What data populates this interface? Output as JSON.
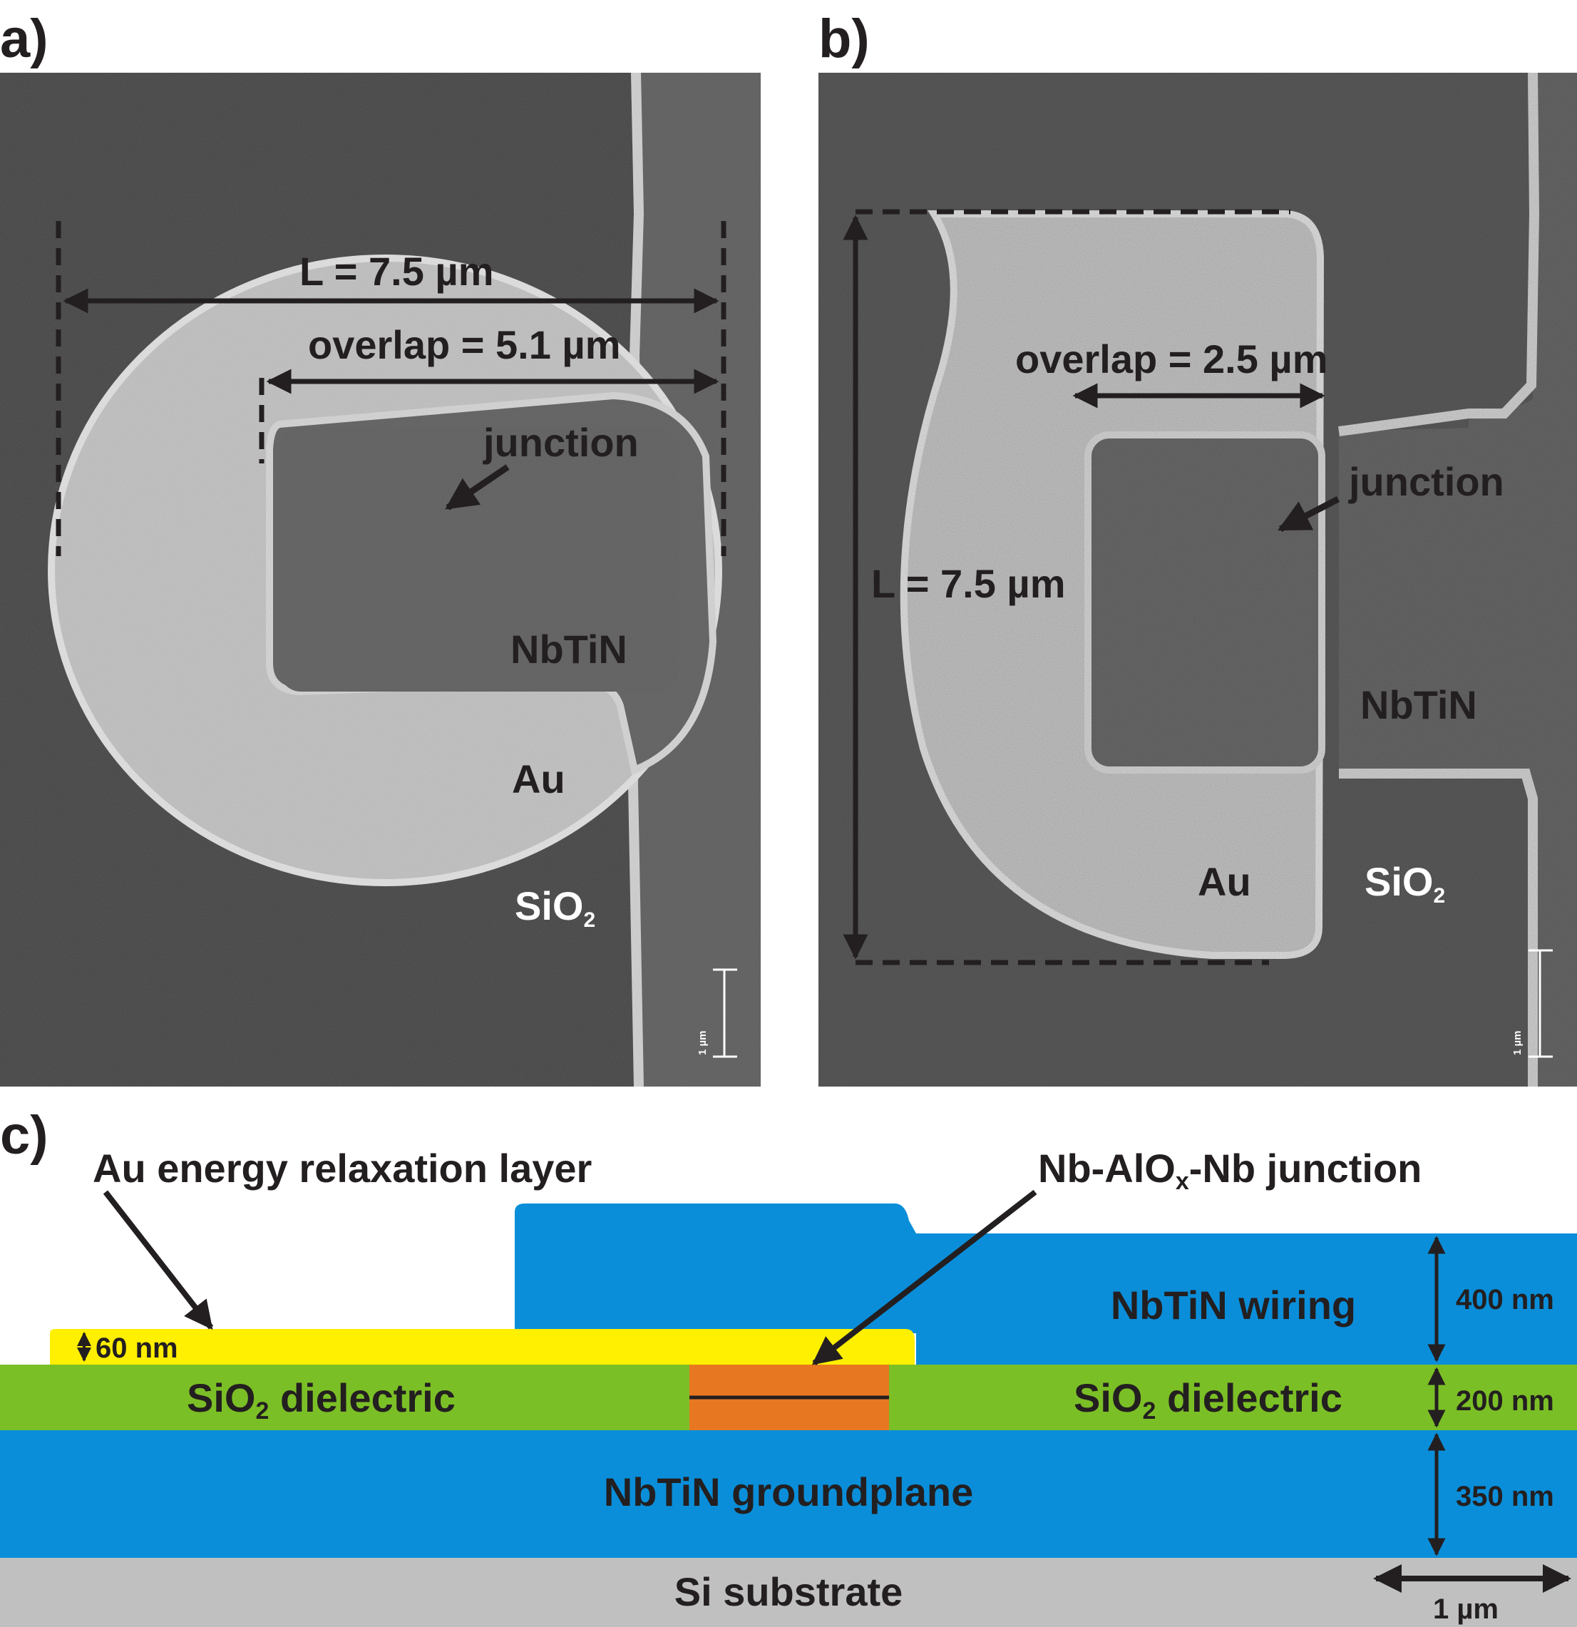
{
  "panel_a": {
    "letter": "a)",
    "length_label": "L = 7.5 µm",
    "overlap_label": "overlap = 5.1 µm",
    "junction_label": "junction",
    "nbtin_label": "NbTiN",
    "au_label": "Au",
    "sio2_label": "SiO",
    "sio2_sub": "2",
    "scale_label": "1 µm"
  },
  "panel_b": {
    "letter": "b)",
    "length_label": "L = 7.5 µm",
    "overlap_label": "overlap = 2.5 µm",
    "junction_label": "junction",
    "nbtin_label": "NbTiN",
    "au_label": "Au",
    "sio2_label": "SiO",
    "sio2_sub": "2",
    "scale_label": "1 µm"
  },
  "panel_c": {
    "letter": "c)",
    "au_layer_label": "Au energy relaxation layer",
    "junction_label_pre": "Nb-AlO",
    "junction_label_sub": "x",
    "junction_label_post": "-Nb junction",
    "au_thickness": "60 nm",
    "sio2_left_pre": "SiO",
    "sio2_left_sub": "2",
    "sio2_left_post": " dielectric",
    "sio2_right_pre": "SiO",
    "sio2_right_sub": "2",
    "sio2_right_post": " dielectric",
    "wiring_label": "NbTiN wiring",
    "groundplane_label": "NbTiN groundplane",
    "substrate_label": "Si substrate",
    "wiring_thickness": "400 nm",
    "dielectric_thickness": "200 nm",
    "groundplane_thickness": "350 nm",
    "scale_label": "1 µm"
  },
  "colors": {
    "nbtin": "#0a8ed9",
    "sio2": "#7bbf26",
    "au": "#ffef00",
    "junction": "#e87722",
    "substrate": "#c0c0c0",
    "sem_background": "#5d5d5d",
    "au_pad": "#c9c9c9"
  }
}
